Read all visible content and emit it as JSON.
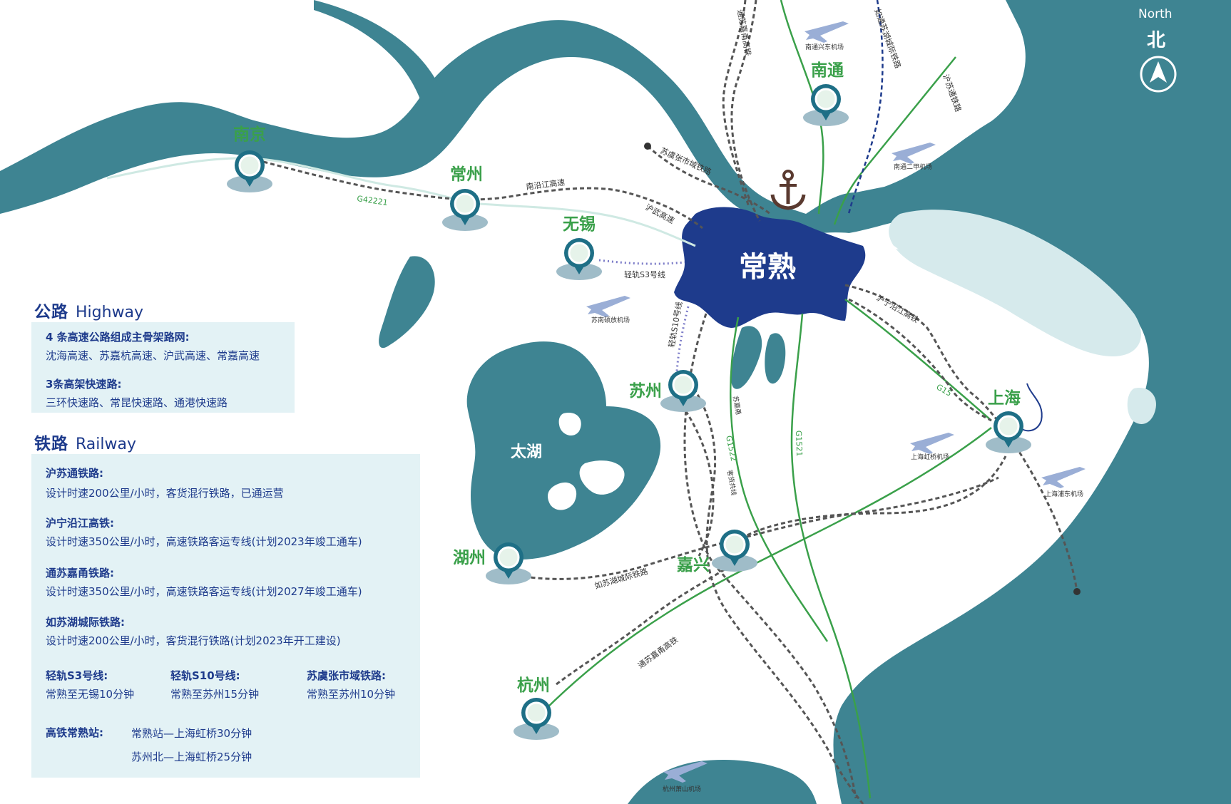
{
  "center_city": "常熟",
  "cities": [
    {
      "id": "nanjing",
      "label": "南京"
    },
    {
      "id": "changzhou",
      "label": "常州"
    },
    {
      "id": "wuxi",
      "label": "无锡"
    },
    {
      "id": "nantong",
      "label": "南通"
    },
    {
      "id": "suzhou",
      "label": "苏州"
    },
    {
      "id": "shanghai",
      "label": "上海"
    },
    {
      "id": "huzhou",
      "label": "湖州"
    },
    {
      "id": "jiaxing",
      "label": "嘉兴"
    },
    {
      "id": "hangzhou",
      "label": "杭州"
    }
  ],
  "lake_label": "太湖",
  "airports": {
    "nantong_xingdong": "南通兴东机场",
    "nantong_erjia": "南通二甲机场",
    "sunan_shuofang": "苏南硕放机场",
    "shanghai_hongqiao": "上海虹桥机场",
    "shanghai_pudong": "上海浦东机场",
    "hangzhou_xiaoshan": "杭州萧山机场"
  },
  "routes": {
    "g42221": "G42221",
    "nanyanjiang": "南沿江高速",
    "huwu": "沪武高速",
    "suyuzhang": "苏虞张市域铁路",
    "s3": "轻轨S3号线",
    "s10": "轻轨S10号线",
    "tongsu_su_nan": "通苏嘉甬高铁",
    "rusu_hu": "如通苏湖城际铁路",
    "husu_tong": "沪苏通铁路",
    "huning": "沪宁沿江高铁",
    "g15": "G15",
    "g1522": "G1522",
    "g1521": "G1521",
    "sujia": "苏嘉甬",
    "kehuo": "客货共线",
    "rusuhu_bottom": "如苏湖城际铁路",
    "tongsujia_bottom": "通苏嘉甬高铁"
  },
  "compass": {
    "en": "North",
    "cn": "北"
  },
  "legend": {
    "highway": {
      "title_cn": "公路",
      "title_en": "Highway",
      "items": [
        {
          "title": "4 条高速公路组成主骨架路网:",
          "text": "沈海高速、苏嘉杭高速、沪武高速、常嘉高速"
        },
        {
          "title": "3条高架快速路:",
          "text": "三环快速路、常昆快速路、通港快速路"
        }
      ]
    },
    "railway": {
      "title_cn": "铁路",
      "title_en": "Railway",
      "items": [
        {
          "title": "沪苏通铁路:",
          "text": "设计时速200公里/小时，客货混行铁路，已通运营"
        },
        {
          "title": "沪宁沿江高铁:",
          "text": "设计时速350公里/小时，高速铁路客运专线(计划2023年竣工通车)"
        },
        {
          "title": "通苏嘉甬铁路:",
          "text": "设计时速350公里/小时，高速铁路客运专线(计划2027年竣工通车)"
        },
        {
          "title": "如苏湖城际铁路:",
          "text": "设计时速200公里/小时，客货混行铁路(计划2023年开工建设)"
        }
      ],
      "light_rail": [
        {
          "title": "轻轨S3号线:",
          "text": "常熟至无锡10分钟"
        },
        {
          "title": "轻轨S10号线:",
          "text": "常熟至苏州15分钟"
        },
        {
          "title": "苏虞张市域铁路:",
          "text": "常熟至苏州10分钟"
        }
      ],
      "hsr": {
        "title": "高铁常熟站:",
        "line1": "常熟站—上海虹桥30分钟",
        "line2": "苏州北—上海虹桥25分钟"
      }
    }
  },
  "colors": {
    "water": "#3e8492",
    "water_light": "#d6eaec",
    "center_fill": "#1e3b8c",
    "city_label": "#3aa04a",
    "rail_green": "#3aa04a",
    "legend_text": "#1e3b8c",
    "legend_box": "#e3f2f5"
  }
}
